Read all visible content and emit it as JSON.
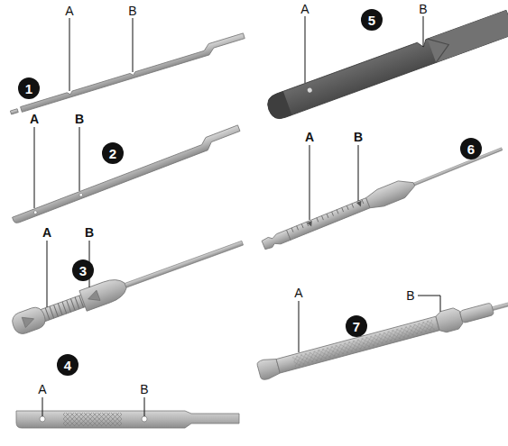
{
  "diagram": {
    "labels": [
      "1",
      "A",
      "B",
      "2",
      "A",
      "B",
      "3",
      "A",
      "B",
      "4",
      "A",
      "B",
      "5",
      "A",
      "B",
      "6",
      "A",
      "B",
      "7",
      "A",
      "B"
    ]
  }
}
